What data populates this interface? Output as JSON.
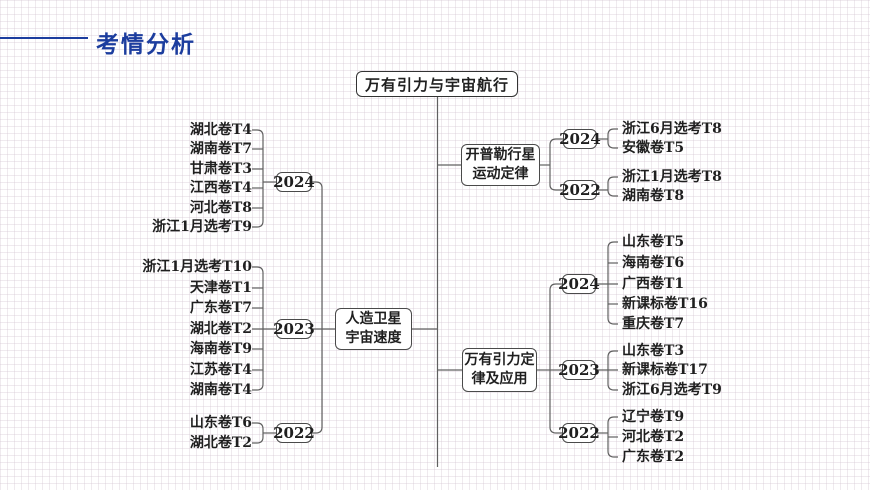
{
  "header": {
    "title": "考情分析"
  },
  "tree": {
    "root": "万有引力与宇宙航行",
    "left": {
      "node": [
        "人造卫星",
        "宇宙速度"
      ],
      "groups": [
        {
          "year": "2024",
          "items": [
            "湖北卷T4",
            "湖南卷T7",
            "甘肃卷T3",
            "江西卷T4",
            "河北卷T8",
            "浙江1月选考T9"
          ]
        },
        {
          "year": "2023",
          "items": [
            "浙江1月选考T10",
            "天津卷T1",
            "广东卷T7",
            "湖北卷T2",
            "海南卷T9",
            "江苏卷T4",
            "湖南卷T4"
          ]
        },
        {
          "year": "2022",
          "items": [
            "山东卷T6",
            "湖北卷T2"
          ]
        }
      ]
    },
    "right": [
      {
        "node": [
          "开普勒行星",
          "运动定律"
        ],
        "groups": [
          {
            "year": "2024",
            "items": [
              "浙江6月选考T8",
              "安徽卷T5"
            ]
          },
          {
            "year": "2022",
            "items": [
              "浙江1月选考T8",
              "湖南卷T8"
            ]
          }
        ]
      },
      {
        "node": [
          "万有引力定",
          "律及应用"
        ],
        "groups": [
          {
            "year": "2024",
            "items": [
              "山东卷T5",
              "海南卷T6",
              "广西卷T1",
              "新课标卷T16",
              "重庆卷T7"
            ]
          },
          {
            "year": "2023",
            "items": [
              "山东卷T3",
              "新课标卷T17",
              "浙江6月选考T9"
            ]
          },
          {
            "year": "2022",
            "items": [
              "辽宁卷T9",
              "河北卷T2",
              "广东卷T2"
            ]
          }
        ]
      }
    ]
  },
  "colors": {
    "accent_blue": "#1c3d9e",
    "line_gray": "#606060",
    "text": "#1f1f1f",
    "background": "#ffffff"
  }
}
